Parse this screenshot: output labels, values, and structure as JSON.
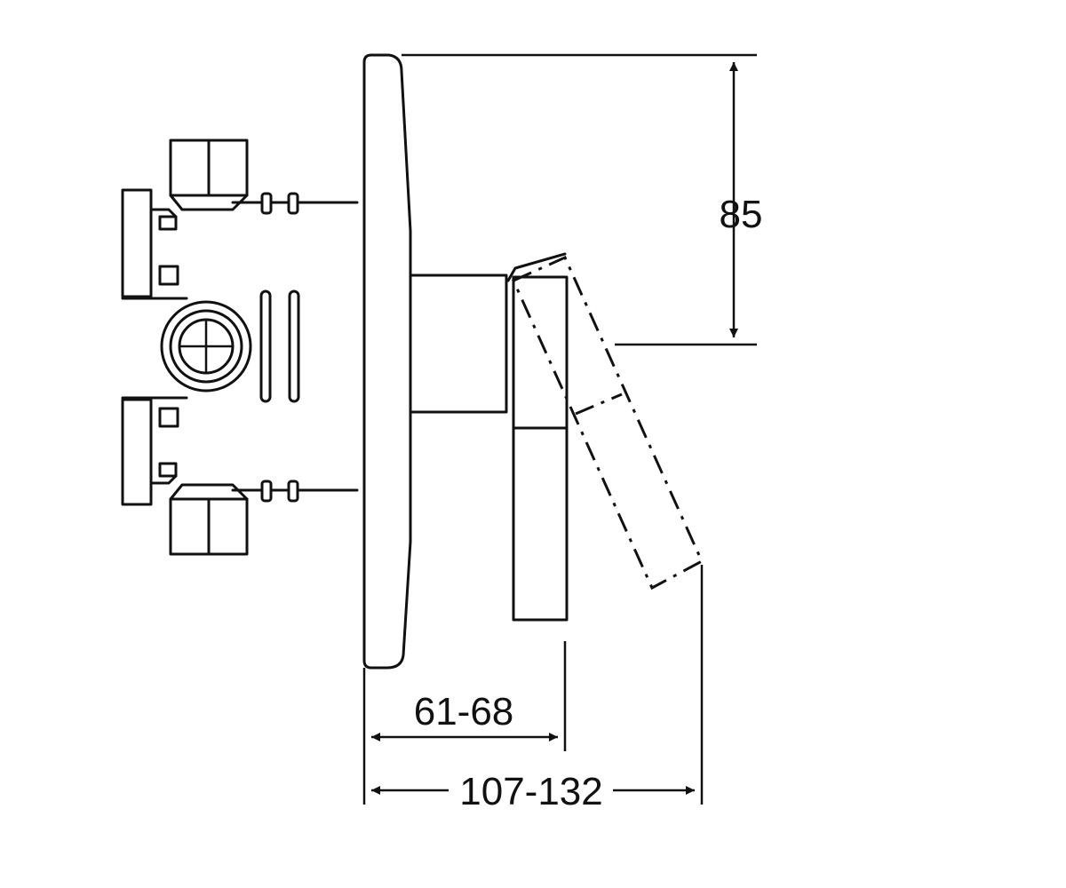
{
  "dimensions": {
    "height": "85",
    "depth_min": "61-68",
    "depth_max": "107-132"
  }
}
